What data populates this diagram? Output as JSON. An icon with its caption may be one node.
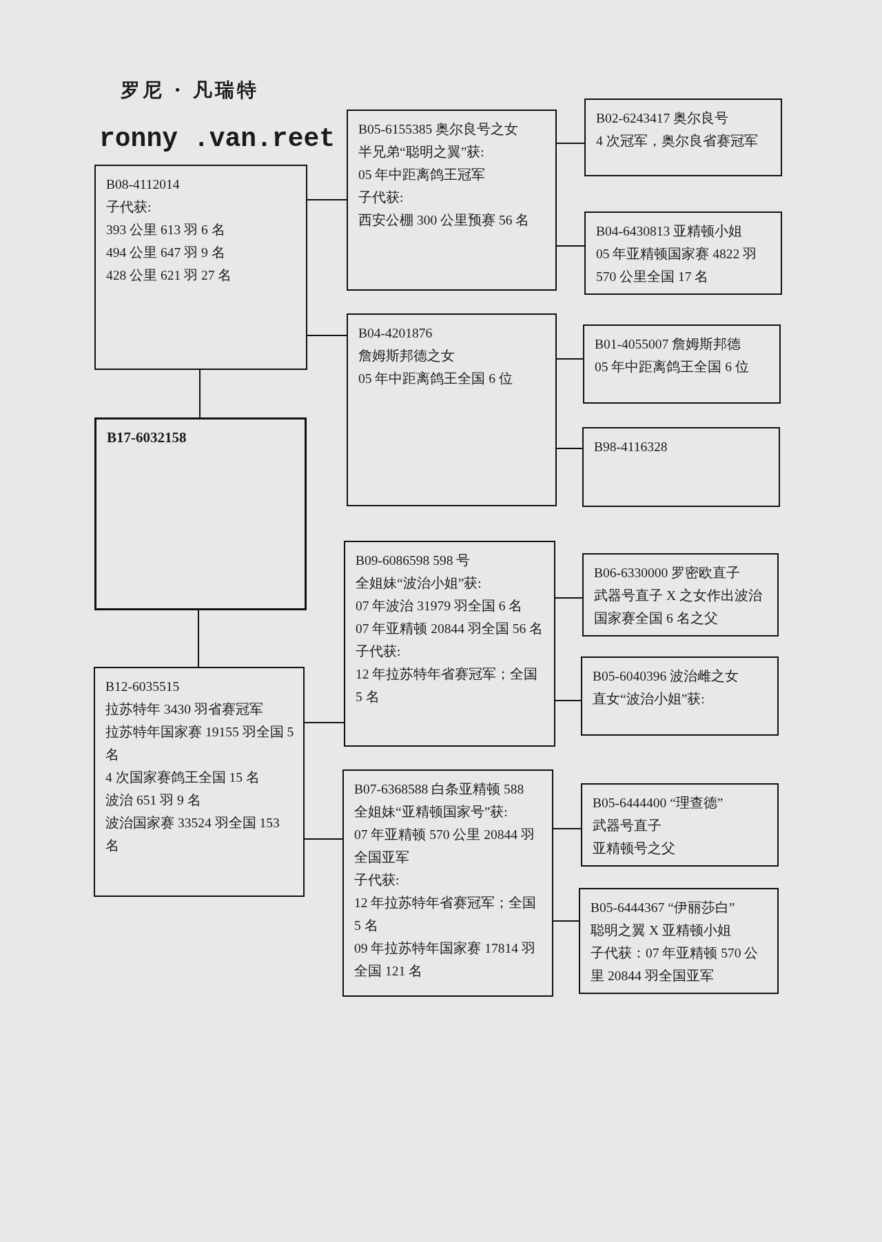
{
  "diagram": {
    "title": "罗尼 · 凡瑞特",
    "labels": [
      "ronny .van.reet"
    ],
    "nodes": [
      {
        "text": [
          "B17-6032158"
        ]
      },
      {
        "text": [
          "B08-4112014",
          "子代获:",
          "393 公里 613 羽 6 名",
          "494 公里 647 羽 9 名",
          "428 公里 621 羽 27 名"
        ]
      },
      {
        "text": [
          "B05-6155385 奥尔良号之女",
          "半兄弟“聪明之翼”获:",
          "05 年中距离鸽王冠军",
          "子代获:",
          "西安公棚 300 公里预赛 56 名"
        ]
      },
      {
        "text": [
          "B04-4201876",
          "詹姆斯邦德之女",
          "05 年中距离鸽王全国 6 位"
        ]
      },
      {
        "text": [
          "B02-6243417 奥尔良号",
          "4 次冠军，奥尔良省赛冠军"
        ]
      },
      {
        "text": [
          "B04-6430813 亚精顿小姐",
          "05 年亚精顿国家赛 4822 羽 570 公里全国 17 名"
        ]
      },
      {
        "text": [
          "B01-4055007 詹姆斯邦德",
          "05 年中距离鸽王全国 6 位"
        ]
      },
      {
        "text": [
          "B98-4116328"
        ]
      },
      {
        "text": [
          "B12-6035515",
          "拉苏特年 3430 羽省赛冠军",
          "拉苏特年国家赛 19155 羽全国 5 名",
          "4 次国家赛鸽王全国 15 名",
          "波治 651 羽 9 名",
          "波治国家赛 33524 羽全国 153 名"
        ]
      },
      {
        "text": [
          "B09-6086598 598 号",
          "全姐妹“波治小姐”获:",
          "07 年波治 31979 羽全国 6 名",
          "07 年亚精顿 20844 羽全国 56 名",
          "子代获:",
          "12 年拉苏特年省赛冠军；全国 5 名"
        ]
      },
      {
        "text": [
          "B07-6368588 白条亚精顿 588",
          "全姐妹“亚精顿国家号”获:",
          "07 年亚精顿 570 公里 20844 羽全国亚军",
          "子代获:",
          "12 年拉苏特年省赛冠军；全国 5 名",
          "09 年拉苏特年国家赛 17814 羽全国 121 名"
        ]
      },
      {
        "text": [
          "B06-6330000 罗密欧直子",
          "武器号直子 X 之女作出波治国家赛全国 6 名之父"
        ]
      },
      {
        "text": [
          "B05-6040396 波治雌之女",
          "直女“波治小姐”获:"
        ]
      },
      {
        "text": [
          "B05-6444400 “理查德”",
          "武器号直子",
          "亚精顿号之父"
        ]
      },
      {
        "text": [
          "B05-6444367 “伊丽莎白”",
          "聪明之翼 X 亚精顿小姐",
          "子代获：07 年亚精顿 570 公里 20844 羽全国亚军"
        ]
      }
    ],
    "edges": [
      {
        "from": 0,
        "to": 1,
        "arrow": "none"
      },
      {
        "from": 0,
        "to": 8,
        "arrow": "none"
      },
      {
        "from": 1,
        "to": 2,
        "arrow": "none"
      },
      {
        "from": 1,
        "to": 3,
        "arrow": "none"
      },
      {
        "from": 2,
        "to": 4,
        "arrow": "none"
      },
      {
        "from": 2,
        "to": 5,
        "arrow": "none"
      },
      {
        "from": 3,
        "to": 6,
        "arrow": "none"
      },
      {
        "from": 3,
        "to": 7,
        "arrow": "none"
      },
      {
        "from": 8,
        "to": 9,
        "arrow": "none"
      },
      {
        "from": 8,
        "to": 10,
        "arrow": "none"
      },
      {
        "from": 9,
        "to": 11,
        "arrow": "none"
      },
      {
        "from": 9,
        "to": 12,
        "arrow": "none"
      },
      {
        "from": 10,
        "to": 13,
        "arrow": "none"
      },
      {
        "from": 10,
        "to": 14,
        "arrow": "none"
      }
    ]
  }
}
